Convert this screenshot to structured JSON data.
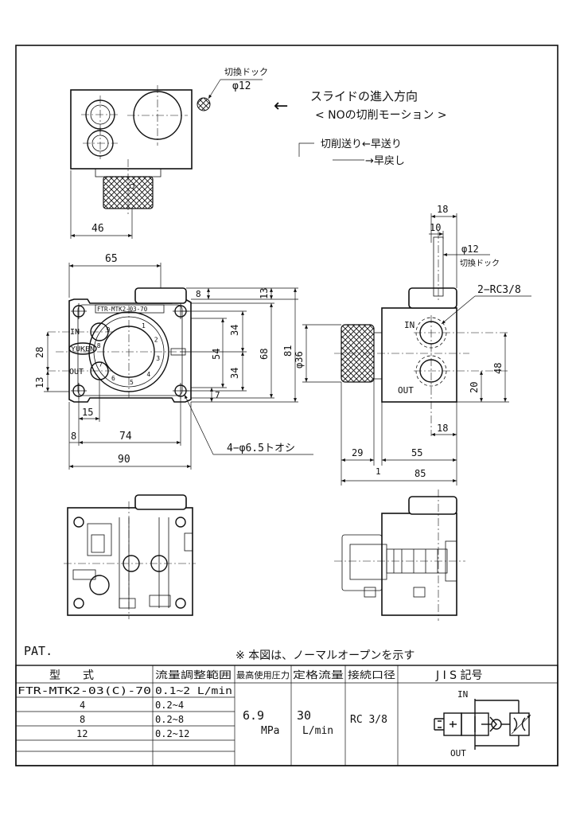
{
  "top_view": {
    "dog_label": "切換ドック",
    "dog_dia": "φ12",
    "slide_arrow": "←",
    "slide_title": "スライドの進入方向",
    "mode_label": "< NOの切削モーション >",
    "feed_line1": "切削送り←早送り",
    "feed_line2": "→早戻し",
    "dim_46": "46"
  },
  "front_view": {
    "dim_65": "65",
    "dim_8_top": "8",
    "dim_13_top": "13",
    "dim_34a": "34",
    "dim_54": "54",
    "dim_34b": "34",
    "dim_68": "68",
    "dim_81": "81",
    "dim_28": "28",
    "dim_13_left": "13",
    "dim_7": "7",
    "dim_15": "15",
    "dim_8_bottom": "8",
    "dim_74": "74",
    "dim_90": "90",
    "holes_label": "4−φ6.5トオシ",
    "nameplate": "FTR-MTK2-03-70",
    "port_in": "IN",
    "port_out": "OUT",
    "brand": "YUKEN",
    "dial_digits": [
      "1",
      "2",
      "3",
      "4",
      "5",
      "6",
      "7",
      "8",
      "9"
    ]
  },
  "side_view": {
    "dim_18_top": "18",
    "dim_10": "10",
    "dog_dia": "φ12",
    "dog_label": "切換ドック",
    "port_label": "2−RC3/8",
    "port_in": "IN",
    "port_out": "OUT",
    "dim_36": "φ36",
    "dim_48": "48",
    "dim_20": "20",
    "dim_18_bottom": "18",
    "dim_29": "29",
    "dim_55": "55",
    "dim_1": "1",
    "dim_85": "85"
  },
  "notes": {
    "pat": "PAT.",
    "normal_open": "※ 本図は、ノーマルオープンを示す"
  },
  "table": {
    "headers": [
      "型　　式",
      "流量調整範囲",
      "最高使用圧力",
      "定格流量",
      "接続口径",
      "J I S 記号"
    ],
    "models": [
      "FTR-MTK2-03(C)-70",
      "4",
      "8",
      "12"
    ],
    "ranges": [
      "0.1~2 L/min",
      "0.2~4",
      "0.2~8",
      "0.2~12"
    ],
    "pressure_value": "6.9",
    "pressure_unit": "MPa",
    "flow_value": "30",
    "flow_unit": "L/min",
    "port_size": "RC 3/8",
    "jis_in": "IN",
    "jis_out": "OUT"
  }
}
